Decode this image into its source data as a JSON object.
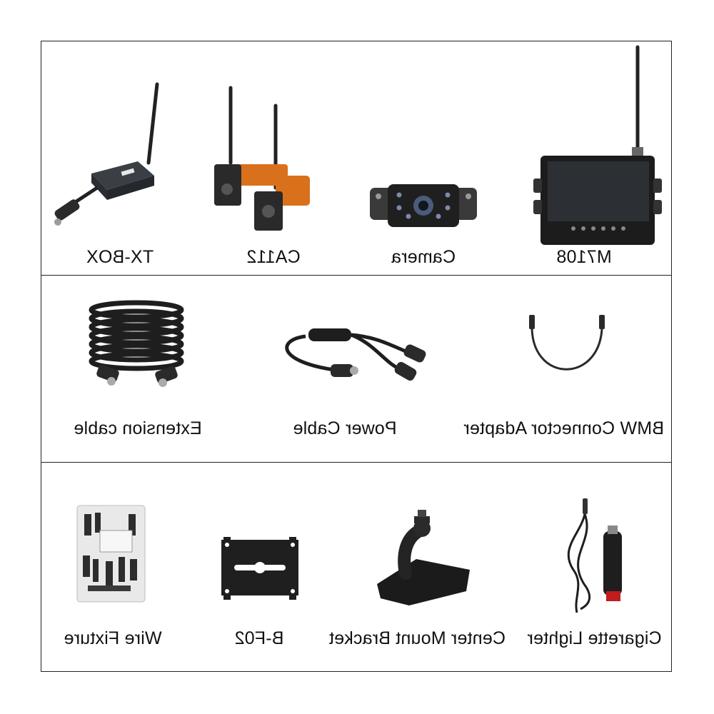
{
  "items": {
    "tx_box": {
      "label": "TX-BOX",
      "icon": "tx-box-transmitter-icon"
    },
    "ca112": {
      "label": "CA112",
      "icon": "ca112-camera-pair-icon"
    },
    "camera": {
      "label": "Camera",
      "icon": "license-plate-camera-icon"
    },
    "m7108": {
      "label": "M7108",
      "icon": "monitor-icon"
    },
    "extension_cable": {
      "label": "Extension cable",
      "icon": "coiled-cable-icon"
    },
    "power_cable": {
      "label": "Power Cable",
      "icon": "split-power-cable-icon"
    },
    "bmw_adapter": {
      "label": "BMW Connector Adapter",
      "icon": "adapter-cable-icon"
    },
    "wire_fixture": {
      "label": "Wire Fixture",
      "icon": "wire-fixture-bag-icon"
    },
    "b_f02": {
      "label": "B-F02",
      "icon": "mounting-bracket-icon"
    },
    "center_mount": {
      "label": "Center Mount Bracket",
      "icon": "suction-mount-icon"
    },
    "cigarette_lighter": {
      "label": "Cigarette Lighter",
      "icon": "cigarette-lighter-plug-icon"
    }
  },
  "colors": {
    "border": "#222222",
    "product_dark": "#1e1e1e",
    "accent_orange": "#d9711c"
  }
}
